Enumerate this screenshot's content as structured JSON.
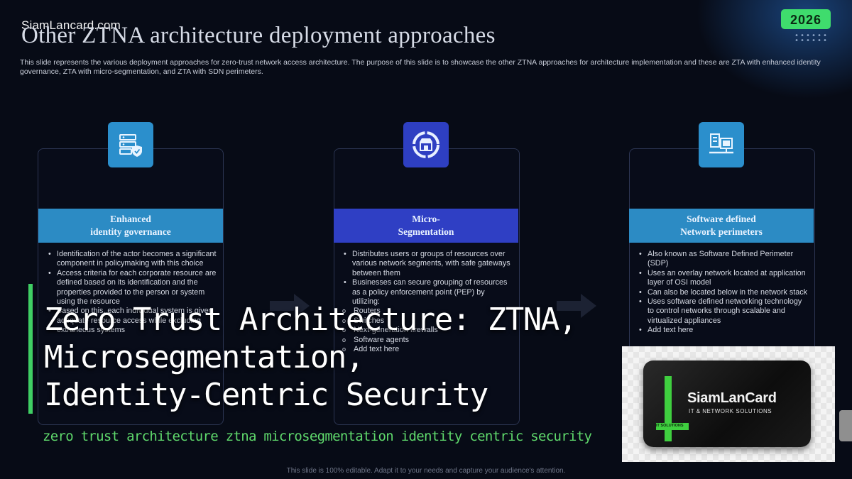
{
  "watermark": "SiamLancard.com",
  "year_badge": "2026",
  "title": "Other ZTNA architecture deployment approaches",
  "description": "This slide represents the various deployment approaches for zero-trust network access architecture. The purpose of this slide is to showcase the other ZTNA approaches for architecture implementation and these are ZTA with enhanced identity governance, ZTA with micro-segmentation, and ZTA with SDN perimeters.",
  "cards": [
    {
      "header_line1": "Enhanced",
      "header_line2": "identity governance",
      "icon": "server-shield-icon",
      "color": "#2c8bc4",
      "bullets": [
        "Identification of the actor becomes a significant component in policymaking with this choice",
        "Access criteria for each corporate resource are defined based on its identification and the properties provided to the person or system using the resource",
        "Based on this, each individual system is given adequate resource access while excluding extraneous systems"
      ]
    },
    {
      "header_line1": "Micro-",
      "header_line2": "Segmentation",
      "icon": "segmented-store-icon",
      "color": "#2f3fc4",
      "bullets": [
        "Distributes users or groups of resources over various network segments, with safe gateways between them",
        "Businesses can secure grouping of resources as a policy enforcement point (PEP) by utilizing:"
      ],
      "sub_bullets": [
        "Routers",
        "Switches",
        "Next-generation firewalls",
        "Software agents",
        "Add text here"
      ]
    },
    {
      "header_line1": "Software defined",
      "header_line2": "Network perimeters",
      "icon": "computer-network-icon",
      "color": "#2c8bc4",
      "bullets": [
        "Also known as Software Defined Perimeter (SDP)",
        "Uses an overlay network located at application layer of OSI model",
        "Can also be located below in the network stack",
        "Uses software defined networking technology to control networks through scalable and virtualized appliances",
        "Add text here"
      ]
    }
  ],
  "overlay": {
    "title_line1": "Zero Trust Architecture: ZTNA,",
    "title_line2": "Microsegmentation,",
    "title_line3": "Identity-Centric Security",
    "subtitle": "zero trust architecture ztna microsegmentation identity centric security"
  },
  "logo": {
    "name": "SiamLanCard",
    "tagline": "IT & NETWORK SOLUTIONS",
    "small": "IT SOLUTIONS"
  },
  "footer": "This slide is 100% editable. Adapt it to your needs and capture your audience's attention."
}
